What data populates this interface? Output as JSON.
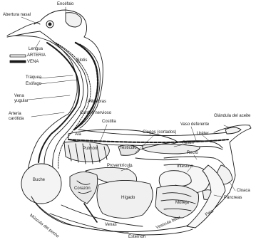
{
  "figure": {
    "background": "#ffffff",
    "ink": "#1a1a1a",
    "artery_color": "#ffffff",
    "vein_color": "#1a1a1a"
  },
  "legend": {
    "artery": "ARTERIA",
    "vein": "VENA"
  },
  "labels": {
    "encefalo": "Encéfalo",
    "abertura_nasal": "Abertura nasal",
    "lengua": "Lengua",
    "glotis": "Glotis",
    "traquea": "Tráquea",
    "esofago": "Esófago",
    "vena_yugular": "Vena\nyugular",
    "arteria_carotida": "Arteria\ncarótida",
    "vertebras": "Vértebras",
    "cordon_nervioso": "Cordón nervioso",
    "costilla": "Costilla",
    "ala": "Ala",
    "buche": "Buche",
    "pulmon": "Pulmón",
    "testiculo": "Testículo",
    "ciegos": "Ciegos (cortados)",
    "vaso_deferente": "Vaso deferente",
    "glandula_aceite": "Glándula del aceite",
    "ureter": "Uréter",
    "rinon": "Riñón",
    "recto": "Recto",
    "intestino": "Intestino",
    "proventriculo": "Proventrículo",
    "corazon": "Corazón",
    "higado": "Hígado",
    "molleja": "Molleja",
    "cloaca": "Cloaca",
    "pancreas": "Páncreas",
    "musculo_pecho": "Músculo del pecho",
    "venas": "Venas",
    "esternon": "Esternón",
    "vesicula_biliar": "Vesícula biliar",
    "pata": "Pata"
  }
}
